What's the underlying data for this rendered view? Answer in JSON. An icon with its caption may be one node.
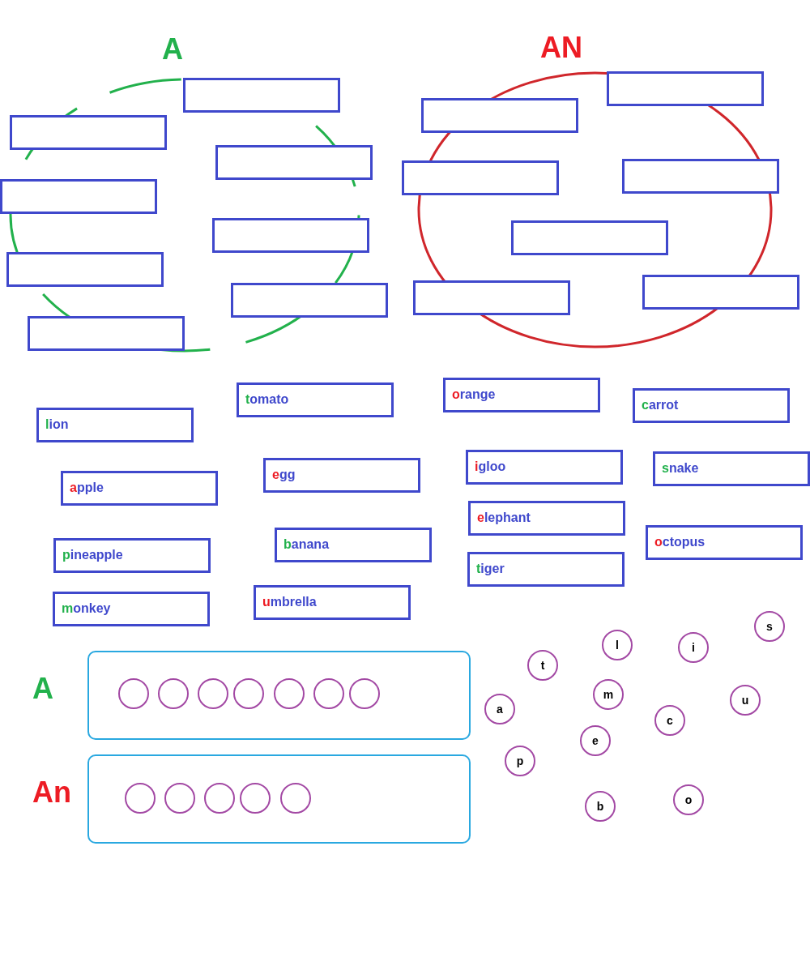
{
  "diagram": {
    "nodes": [
      {
        "text": [
          "A"
        ]
      },
      {
        "text": [],
        "shape": "box",
        "in": 0
      },
      {
        "text": [],
        "shape": "box",
        "in": 0
      },
      {
        "text": [],
        "shape": "box",
        "in": 0
      },
      {
        "text": [],
        "shape": "box",
        "in": 0
      },
      {
        "text": [],
        "shape": "box",
        "in": 0
      },
      {
        "text": [],
        "shape": "box",
        "in": 0
      },
      {
        "text": [],
        "shape": "box"
      },
      {
        "text": [],
        "shape": "box",
        "in": 0
      },
      {
        "text": [
          "AN"
        ]
      },
      {
        "text": [],
        "shape": "box",
        "in": 9
      },
      {
        "text": [],
        "shape": "box",
        "in": 9
      },
      {
        "text": [],
        "shape": "box",
        "in": 9
      },
      {
        "text": [],
        "shape": "box",
        "in": 9
      },
      {
        "text": [],
        "shape": "box",
        "in": 9
      },
      {
        "text": [],
        "shape": "box",
        "in": 9
      },
      {
        "text": [],
        "shape": "box"
      },
      {
        "text": [
          "orange"
        ]
      },
      {
        "text": [
          "tomato"
        ]
      },
      {
        "text": [
          "carrot"
        ]
      },
      {
        "text": [
          "lion"
        ]
      },
      {
        "text": [
          "igloo"
        ]
      },
      {
        "text": [
          "snake"
        ]
      },
      {
        "text": [
          "egg"
        ]
      },
      {
        "text": [
          "apple"
        ]
      },
      {
        "text": [
          "elephant"
        ]
      },
      {
        "text": [
          "octopus"
        ]
      },
      {
        "text": [
          "banana"
        ]
      },
      {
        "text": [
          "pineapple"
        ]
      },
      {
        "text": [
          "tiger"
        ]
      },
      {
        "text": [
          "umbrella"
        ]
      },
      {
        "text": [
          "monkey"
        ]
      },
      {
        "text": [
          "A"
        ]
      },
      {
        "text": [],
        "shape": "circle",
        "in": 32
      },
      {
        "text": [],
        "shape": "circle",
        "in": 32
      },
      {
        "text": [],
        "shape": "circle",
        "in": 32
      },
      {
        "text": [],
        "shape": "circle",
        "in": 32
      },
      {
        "text": [],
        "shape": "circle",
        "in": 32
      },
      {
        "text": [],
        "shape": "circle",
        "in": 32
      },
      {
        "text": [],
        "shape": "circle",
        "in": 32
      },
      {
        "text": [
          "An"
        ]
      },
      {
        "text": [],
        "shape": "circle",
        "in": 40
      },
      {
        "text": [],
        "shape": "circle",
        "in": 40
      },
      {
        "text": [],
        "shape": "circle",
        "in": 40
      },
      {
        "text": [],
        "shape": "circle",
        "in": 40
      },
      {
        "text": [],
        "shape": "circle",
        "in": 40
      },
      {
        "text": [
          "s"
        ]
      },
      {
        "text": [
          "l"
        ]
      },
      {
        "text": [
          "i"
        ]
      },
      {
        "text": [
          "t"
        ]
      },
      {
        "text": [
          "m"
        ]
      },
      {
        "text": [
          "u"
        ]
      },
      {
        "text": [
          "a"
        ]
      },
      {
        "text": [
          "c"
        ]
      },
      {
        "text": [
          "e"
        ]
      },
      {
        "text": [
          "p"
        ]
      },
      {
        "text": [
          "o"
        ]
      },
      {
        "text": [
          "b"
        ]
      }
    ]
  }
}
